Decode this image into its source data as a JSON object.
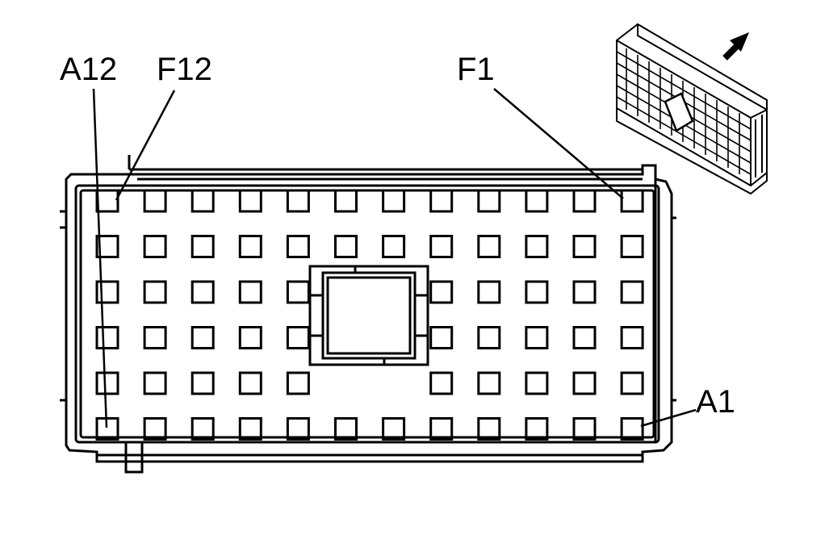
{
  "labels": {
    "a12": "A12",
    "f12": "F12",
    "f1": "F1",
    "a1": "A1"
  },
  "grid": {
    "rows": 6,
    "columns": 12,
    "center_block_columns": [
      5,
      6
    ],
    "center_block_rows": [
      2,
      3,
      4
    ]
  },
  "icons": {
    "connector": "connector-3d-icon",
    "direction": "arrow-up-right-icon"
  },
  "colors": {
    "stroke": "#000000",
    "background": "#ffffff"
  }
}
